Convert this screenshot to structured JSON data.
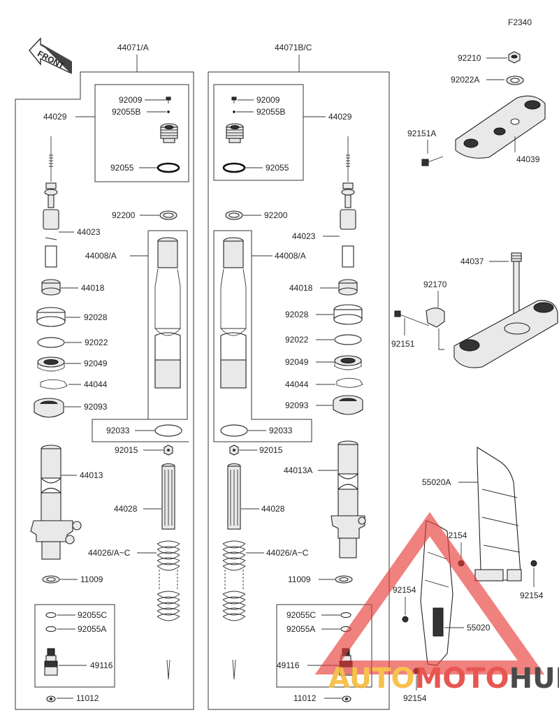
{
  "diagram_code": "F2340",
  "front_label": "FRONT",
  "assemblies": {
    "left": "44071/A",
    "right": "44071B/C"
  },
  "labels": {
    "l_44029": "44029",
    "l_92009": "92009",
    "l_92055B": "92055B",
    "l_92055": "92055",
    "l_92200": "92200",
    "l_44023": "44023",
    "l_44008": "44008/A",
    "l_44018": "44018",
    "l_92028": "92028",
    "l_92022": "92022",
    "l_92049": "92049",
    "l_44044": "44044",
    "l_92093": "92093",
    "l_92033": "92033",
    "l_92015": "92015",
    "l_44013": "44013",
    "l_44028": "44028",
    "l_44026": "44026/A~C",
    "l_11009": "11009",
    "l_92055C": "92055C",
    "l_92055A": "92055A",
    "l_49116": "49116",
    "l_11012": "11012",
    "r_92009": "92009",
    "r_92055B": "92055B",
    "r_44029": "44029",
    "r_92055": "92055",
    "r_92200": "92200",
    "r_44023": "44023",
    "r_44008": "44008/A",
    "r_44018": "44018",
    "r_92028": "92028",
    "r_92022": "92022",
    "r_92049": "92049",
    "r_44044": "44044",
    "r_92093": "92093",
    "r_92033": "92033",
    "r_92015": "92015",
    "r_44013A": "44013A",
    "r_44028": "44028",
    "r_44026": "44026/A~C",
    "r_11009": "11009",
    "r_92055C": "92055C",
    "r_92055A": "92055A",
    "r_49116": "49116",
    "r_11012": "11012",
    "t_92210": "92210",
    "t_92022A": "92022A",
    "t_92151A": "92151A",
    "t_44039": "44039",
    "b_44037": "44037",
    "b_92170": "92170",
    "b_92151": "92151",
    "g_55020A": "55020A",
    "g_92154_a": "92154",
    "g_92154_b": "92154",
    "g_92154_c": "92154",
    "g_55020": "55020",
    "g_92154_d": "92154"
  },
  "watermark": {
    "part1": "AUTO",
    "part2": "MOTO",
    "part3": "HUB",
    "color_orange": "#f5b731",
    "color_red": "#e53935",
    "color_dark": "#2b2b2b"
  }
}
